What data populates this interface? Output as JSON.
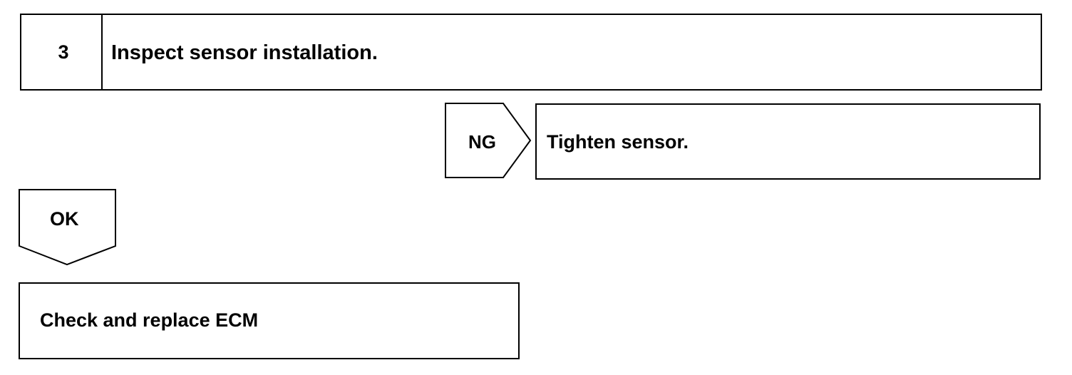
{
  "step": {
    "number": "3",
    "title": "Inspect sensor installation."
  },
  "ng_branch": {
    "label": "NG",
    "action": "Tighten sensor."
  },
  "ok_branch": {
    "label": "OK"
  },
  "final_step": {
    "action": "Check and replace ECM"
  },
  "colors": {
    "stroke": "#000000",
    "background": "#ffffff"
  }
}
